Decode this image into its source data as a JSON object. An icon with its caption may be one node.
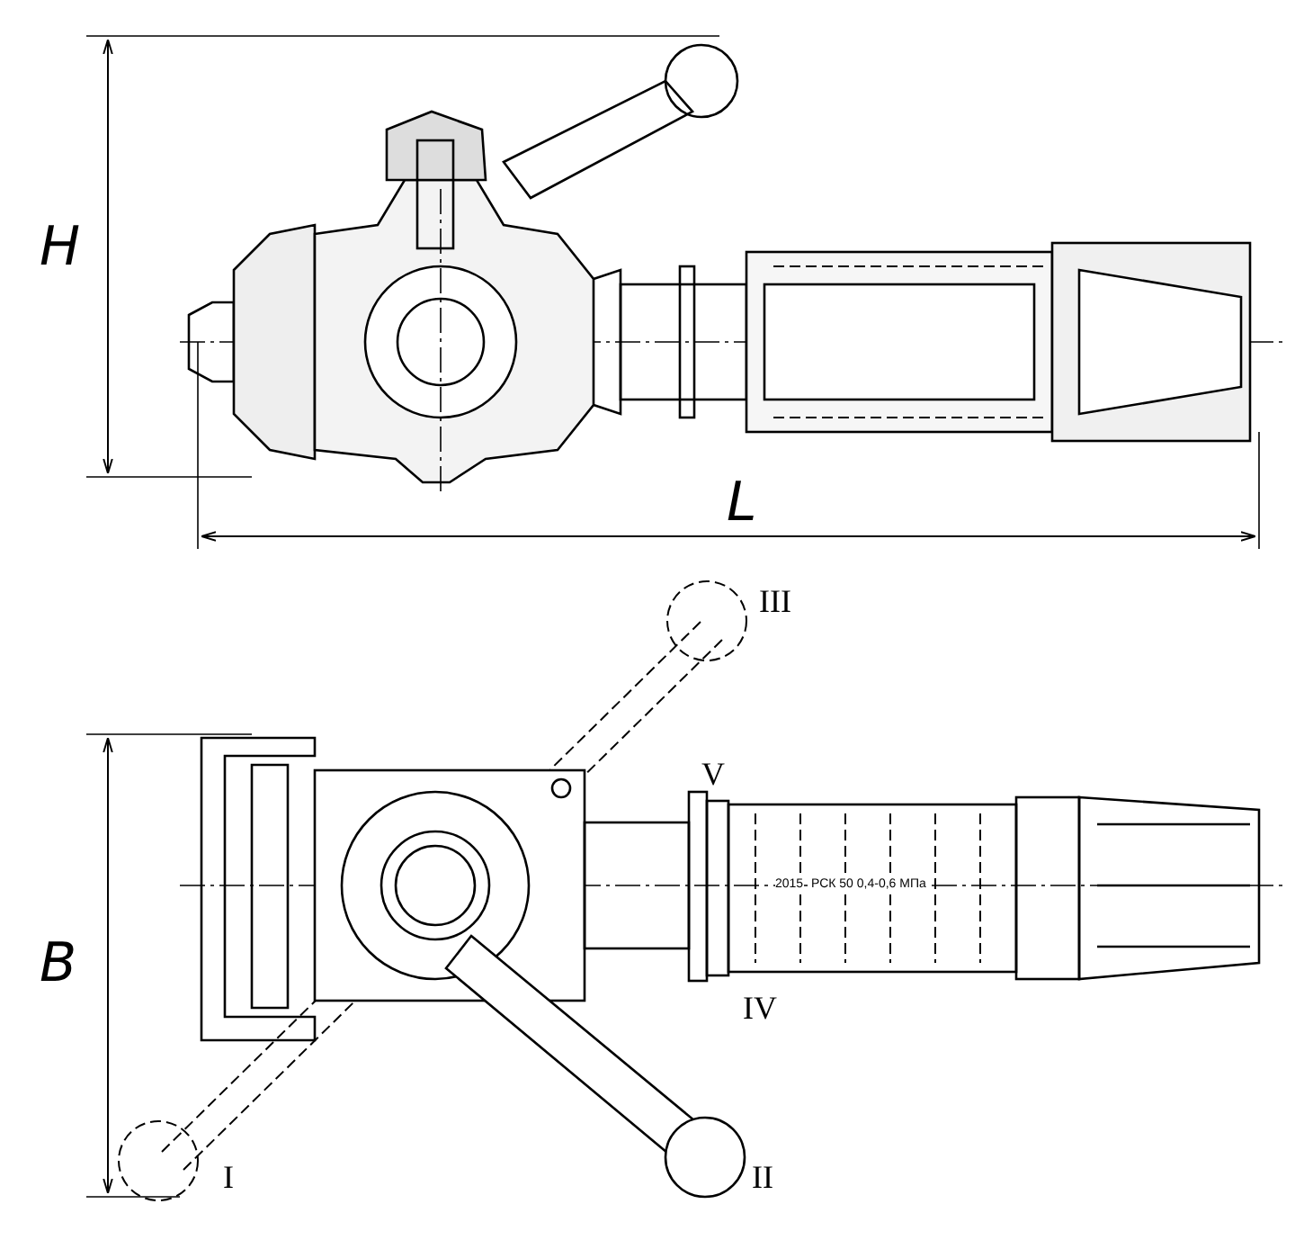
{
  "diagram": {
    "labels": [
      "H",
      "L",
      "III",
      "V",
      "B",
      "2015",
      "РСК 50 0,4-0,6 МПа",
      "IV",
      "I",
      "II"
    ]
  }
}
